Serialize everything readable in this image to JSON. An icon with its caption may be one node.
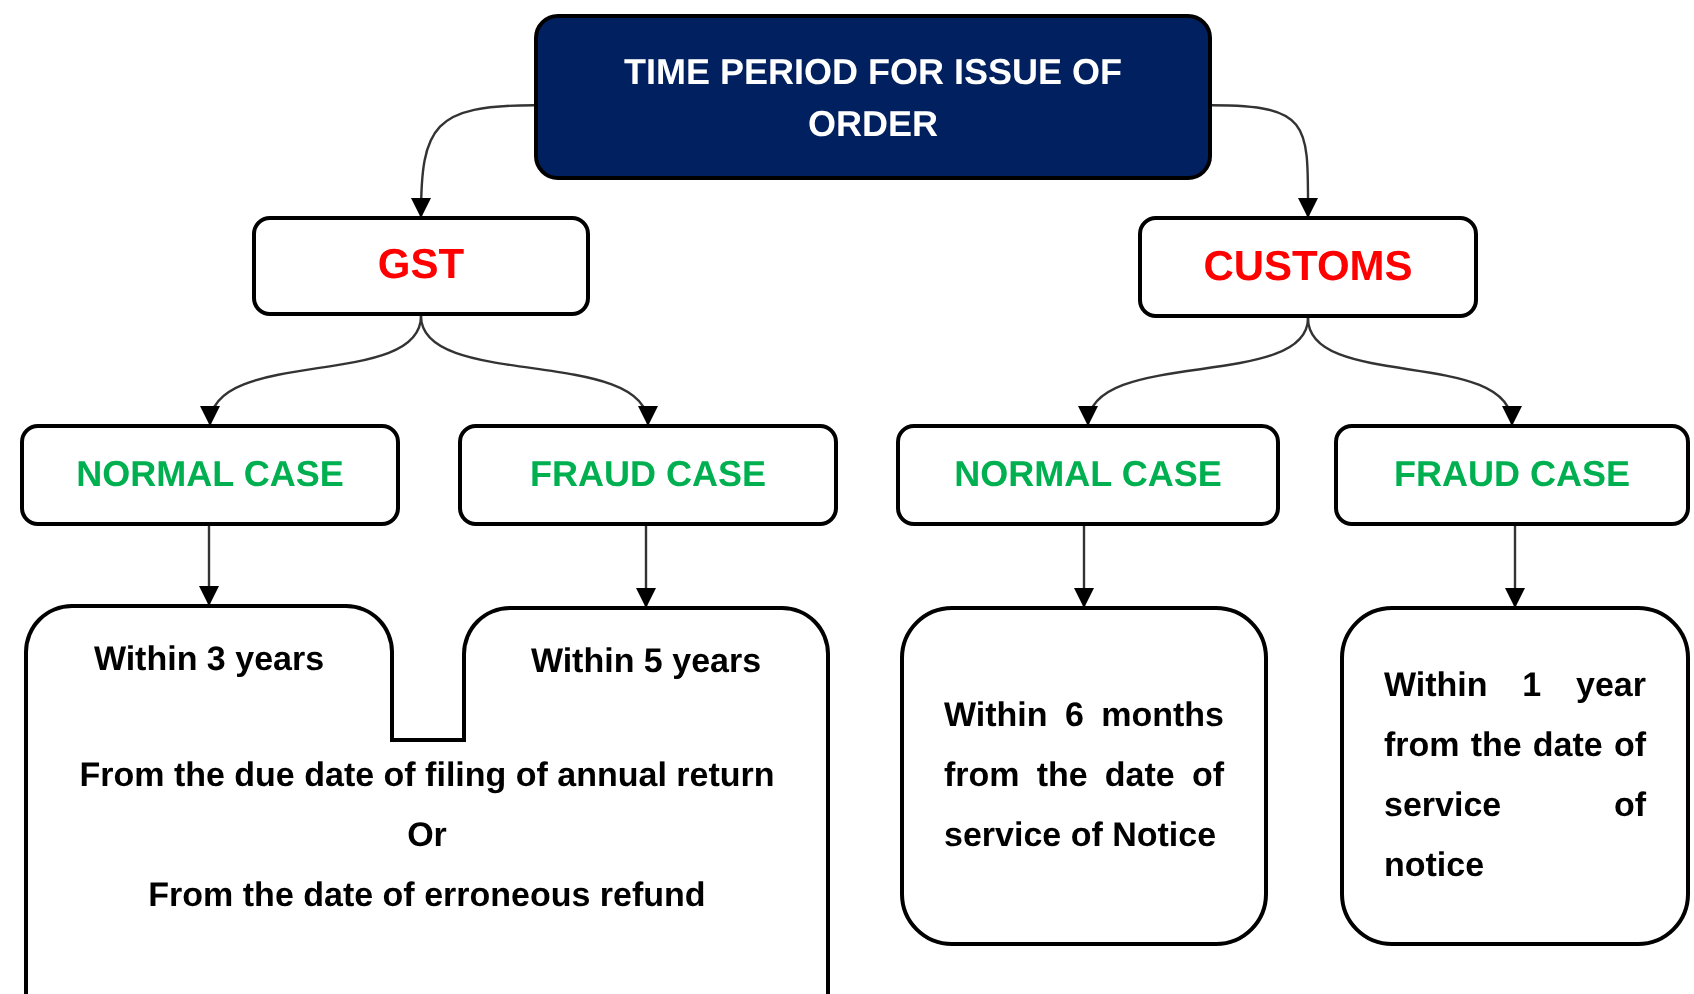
{
  "diagram": {
    "nodes": [
      {
        "text": [
          "TIME PERIOD FOR ISSUE OF ORDER"
        ]
      },
      {
        "text": [
          "GST"
        ]
      },
      {
        "text": [
          "CUSTOMS"
        ]
      },
      {
        "text": [
          "NORMAL CASE"
        ]
      },
      {
        "text": [
          "FRAUD CASE"
        ]
      },
      {
        "text": [
          "NORMAL CASE"
        ]
      },
      {
        "text": [
          "FRAUD CASE"
        ]
      },
      {
        "text": [
          "Within 3 years"
        ]
      },
      {
        "text": [
          "Within 5 years"
        ]
      },
      {
        "text": [
          "From the due date of filing of annual return",
          "Or",
          "From the date of erroneous refund"
        ]
      },
      {
        "text": [
          "Within 6 months from the date of service of Notice"
        ]
      },
      {
        "text": [
          "Within 1 year from the date of service of notice"
        ]
      }
    ],
    "edges": [
      {
        "from": 0,
        "to": 1,
        "arrow": "to"
      },
      {
        "from": 0,
        "to": 2,
        "arrow": "to"
      },
      {
        "from": 1,
        "to": 3,
        "arrow": "to"
      },
      {
        "from": 1,
        "to": 4,
        "arrow": "to"
      },
      {
        "from": 2,
        "to": 5,
        "arrow": "to"
      },
      {
        "from": 2,
        "to": 6,
        "arrow": "to"
      },
      {
        "from": 3,
        "to": 7,
        "arrow": "to"
      },
      {
        "from": 4,
        "to": 8,
        "arrow": "to"
      },
      {
        "from": 5,
        "to": 10,
        "arrow": "to"
      },
      {
        "from": 6,
        "to": 11,
        "arrow": "to"
      }
    ]
  }
}
